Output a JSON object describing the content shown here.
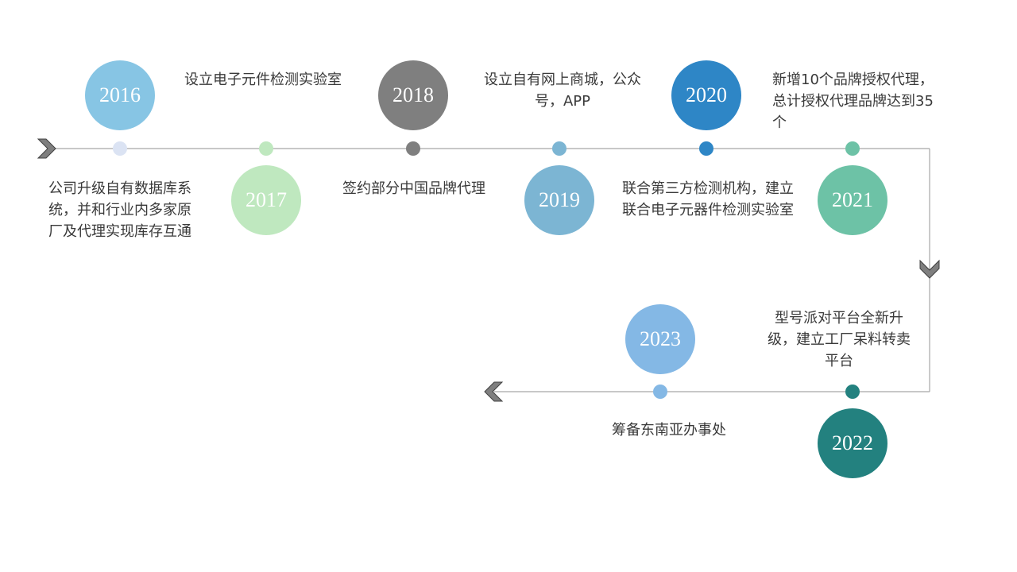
{
  "timeline": {
    "milestones": [
      {
        "year": "2016",
        "text": "公司升级自有数据库系统，并和行业内多家原厂及代理实现库存互通",
        "color": "#87c5e4",
        "dot_color": "#dbe3f3"
      },
      {
        "year": "2017",
        "text": "设立电子元件检测实验室",
        "color": "#bfe8bf",
        "dot_color": "#bfe8bf"
      },
      {
        "year": "2018",
        "text": "签约部分中国品牌代理",
        "color": "#7f7f7f",
        "dot_color": "#7f7f7f"
      },
      {
        "year": "2019",
        "text": "设立自有网上商城，公众号，APP",
        "color": "#7cb5d3",
        "dot_color": "#7cb5d3"
      },
      {
        "year": "2020",
        "text": "联合第三方检测机构，建立联合电子元器件检测实验室",
        "color": "#2e86c6",
        "dot_color": "#2e86c6"
      },
      {
        "year": "2021",
        "text": "新增10个品牌授权代理，总计授权代理品牌达到35个",
        "color": "#6dc2a6",
        "dot_color": "#6dc2a6"
      },
      {
        "year": "2022",
        "text": "型号派对平台全新升级，建立工厂呆料转卖平台",
        "color": "#23817f",
        "dot_color": "#23817f"
      },
      {
        "year": "2023",
        "text": "筹备东南亚办事处",
        "color": "#84b8e5",
        "dot_color": "#84b8e5"
      }
    ],
    "line_color": "#a6a6a6",
    "arrow_color": "#7f7f7f"
  }
}
